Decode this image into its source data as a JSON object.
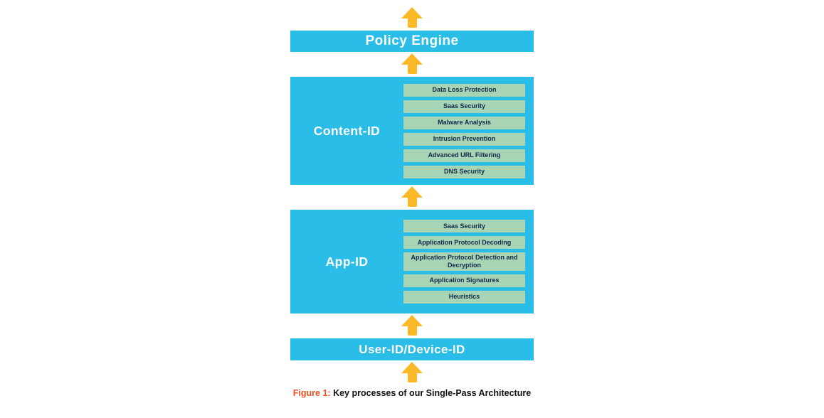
{
  "colors": {
    "cyan": "#29BDE8",
    "green": "#A7D4B4",
    "yellow": "#FBB929",
    "caption_accent": "#F04E23",
    "text_dark": "#12284B",
    "white": "#FFFFFF"
  },
  "diagram": {
    "policy_engine": {
      "label": "Policy Engine"
    },
    "content_id": {
      "label": "Content-ID",
      "items": [
        "Data Loss Protection",
        "Saas Security",
        "Malware Analysis",
        "Intrusion Prevention",
        "Advanced URL Filtering",
        "DNS Security"
      ]
    },
    "app_id": {
      "label": "App-ID",
      "items": [
        "Saas Security",
        "Application Protocol Decoding",
        "Application Protocol Detection and Decryption",
        "Application Signatures",
        "Heuristics"
      ]
    },
    "user_id": {
      "label": "User-ID/Device-ID"
    },
    "caption": {
      "prefix": "Figure 1:",
      "text": " Key processes of our Single-Pass Architecture"
    }
  }
}
